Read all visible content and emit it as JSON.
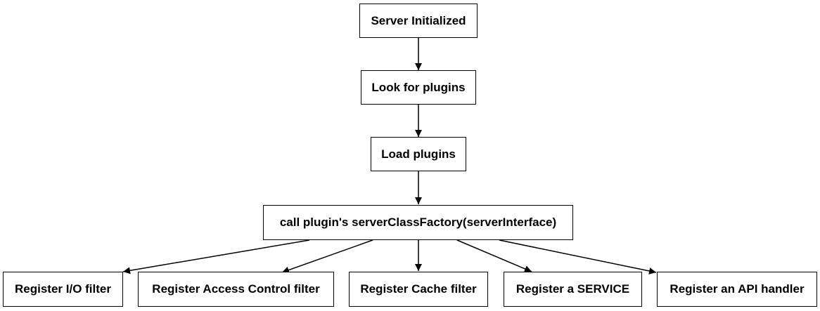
{
  "flowchart": {
    "nodes": {
      "server_initialized": "Server Initialized",
      "look_for_plugins": "Look for plugins",
      "load_plugins": "Load plugins",
      "call_factory": "call plugin's serverClassFactory(serverInterface)",
      "register_io_filter": "Register I/O filter",
      "register_access_control_filter": "Register Access Control filter",
      "register_cache_filter": "Register Cache filter",
      "register_service": "Register a SERVICE",
      "register_api_handler": "Register an API handler"
    },
    "edges": [
      {
        "from": "server_initialized",
        "to": "look_for_plugins"
      },
      {
        "from": "look_for_plugins",
        "to": "load_plugins"
      },
      {
        "from": "load_plugins",
        "to": "call_factory"
      },
      {
        "from": "call_factory",
        "to": "register_io_filter"
      },
      {
        "from": "call_factory",
        "to": "register_access_control_filter"
      },
      {
        "from": "call_factory",
        "to": "register_cache_filter"
      },
      {
        "from": "call_factory",
        "to": "register_service"
      },
      {
        "from": "call_factory",
        "to": "register_api_handler"
      }
    ],
    "colors": {
      "line": "#000000",
      "node_border": "#000000",
      "node_fill": "#ffffff",
      "text": "#000000"
    }
  }
}
